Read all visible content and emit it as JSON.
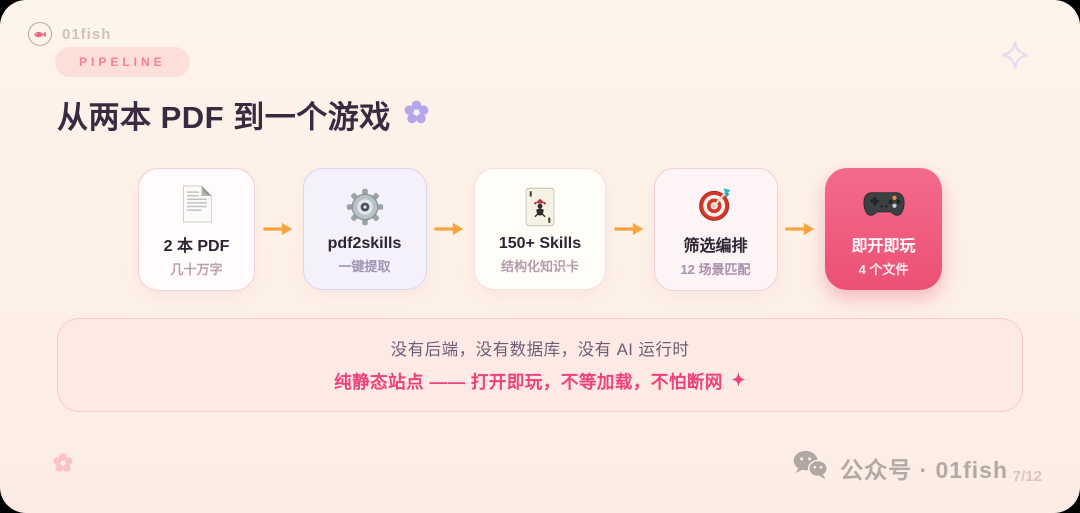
{
  "brand": {
    "name": "01fish"
  },
  "header": {
    "badge": "PIPELINE",
    "title": "从两本 PDF 到一个游戏"
  },
  "pipeline": {
    "steps": [
      {
        "icon": "pdf-document-icon",
        "title": "2 本 PDF",
        "subtitle": "几十万字"
      },
      {
        "icon": "gear-icon",
        "title": "pdf2skills",
        "subtitle": "一键提取"
      },
      {
        "icon": "joker-card-icon",
        "title": "150+ Skills",
        "subtitle": "结构化知识卡"
      },
      {
        "icon": "target-icon",
        "title": "筛选编排",
        "subtitle": "12 场景匹配"
      },
      {
        "icon": "game-controller-icon",
        "title": "即开即玩",
        "subtitle": "4 个文件"
      }
    ]
  },
  "summary": {
    "line1": "没有后端，没有数据库，没有 AI 运行时",
    "line2": "纯静态站点 —— 打开即玩，不等加载，不怕断网"
  },
  "footer": {
    "account": "公众号 · 01fish",
    "page_number": "7/12"
  },
  "colors": {
    "background": "#fdf1e8",
    "badge_bg": "#fcdfd9",
    "badge_text": "#f87e95",
    "title_dark": "#3a2a40",
    "accent_pink": "#ef417a",
    "arrow_orange": "#f8a43f",
    "highlight_card": "#ee5678",
    "lavender_flower": "#b4a8ea"
  }
}
